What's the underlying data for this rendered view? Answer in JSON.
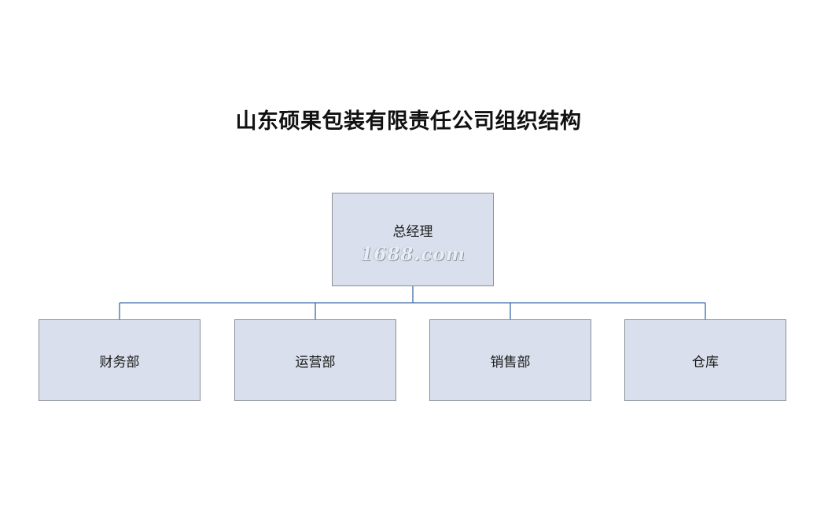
{
  "title": "山东硕果包装有限责任公司组织结构",
  "root": {
    "label": "总经理",
    "watermark": "1688.com"
  },
  "departments": [
    {
      "label": "财务部"
    },
    {
      "label": "运营部"
    },
    {
      "label": "销售部"
    },
    {
      "label": "仓库"
    }
  ],
  "colors": {
    "node_fill": "#d9dfec",
    "node_border": "#8a8f99",
    "connector": "#3b6aa8"
  }
}
